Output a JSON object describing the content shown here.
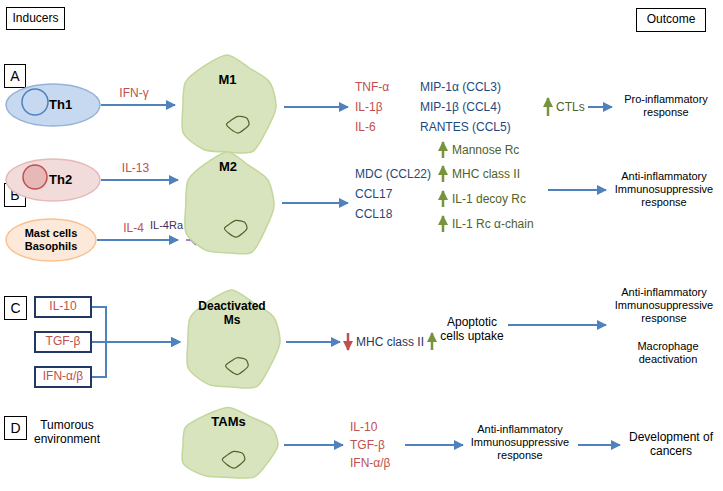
{
  "diagram": {
    "nodes": [
      {
        "text": [
          "Inducers"
        ]
      },
      {
        "text": [
          "Outcome"
        ]
      },
      {
        "text": [
          "A"
        ]
      },
      {
        "text": [
          "Th1"
        ]
      },
      {
        "text": [
          "M1"
        ]
      },
      {
        "text": [
          "B"
        ]
      },
      {
        "text": [
          "Th2"
        ]
      },
      {
        "text": [
          "Mast cells Basophils"
        ]
      },
      {
        "text": [
          "M2"
        ]
      },
      {
        "text": [
          "C"
        ]
      },
      {
        "text": [
          "IL-10"
        ]
      },
      {
        "text": [
          "TGF-β"
        ]
      },
      {
        "text": [
          "IFN-α/β"
        ]
      },
      {
        "text": [
          "Deactivated Ms"
        ]
      },
      {
        "text": [
          "D"
        ]
      },
      {
        "text": [
          "TAMs"
        ]
      }
    ],
    "edges": [
      {
        "from": 3,
        "to": 4,
        "arrow": "to",
        "label": "IFN-γ"
      },
      {
        "from": 6,
        "to": 8,
        "arrow": "to",
        "label": "IL-13"
      },
      {
        "from": 7,
        "to": 8,
        "arrow": "to",
        "label": "IL-4"
      },
      {
        "from": 10,
        "to": 13,
        "arrow": "to"
      },
      {
        "from": 11,
        "to": 13,
        "arrow": "to"
      },
      {
        "from": 12,
        "to": 13,
        "arrow": "to"
      }
    ],
    "labels": [
      "TNF-α",
      "IL-1β",
      "IL-6",
      "MIP-1α (CCL3)",
      "MIP-1β (CCL4)",
      "RANTES (CCL5)",
      "CTLs",
      "Pro-inflammatory response",
      "MDC (CCL22)",
      "CCL17",
      "CCL18",
      "Mannose Rc",
      "MHC class II",
      "IL-1 decoy Rc",
      "IL-1 Rc α-chain",
      "Anti-inflammatory Immunosuppressive response",
      "IL-4Ra",
      "MHC class II",
      "Apoptotic cells uptake",
      "Anti-inflammatory Immunosuppressive response",
      "Macrophage deactivation",
      "Tumorous environment",
      "IL-10",
      "TGF-β",
      "IFN-α/β",
      "Anti-inflammatory Immunosuppressive response",
      "Development of cancers"
    ]
  }
}
